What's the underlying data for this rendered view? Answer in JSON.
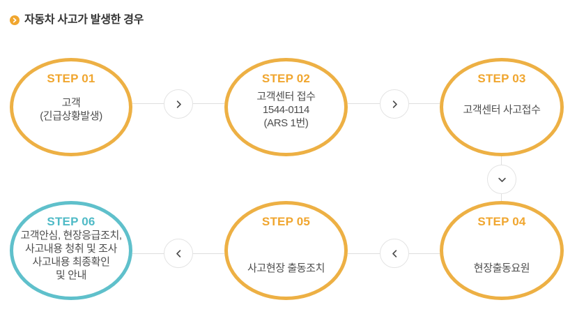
{
  "page": {
    "title": "자동차 사고가 발생한 경우",
    "title_bullet_icon": "chevron-right-circle-icon"
  },
  "colors": {
    "accent_orange": "#edb044",
    "accent_teal": "#5fc0cb",
    "label_orange": "#f0a62f",
    "label_teal": "#4fbac6",
    "body_text": "#4d4d4d",
    "title_text": "#333333",
    "connector_line": "#dedede",
    "chevron_stroke": "#4a4a4a"
  },
  "steps": [
    {
      "id": "step-01",
      "label": "STEP 01",
      "body": "고객\n(긴급상황발생)",
      "accent": "orange"
    },
    {
      "id": "step-02",
      "label": "STEP 02",
      "body": "고객센터 접수\n1544-0114\n(ARS 1번)",
      "accent": "orange"
    },
    {
      "id": "step-03",
      "label": "STEP 03",
      "body": "고객센터 사고접수",
      "accent": "orange"
    },
    {
      "id": "step-04",
      "label": "STEP 04",
      "body": "현장출동요원",
      "accent": "orange"
    },
    {
      "id": "step-05",
      "label": "STEP 05",
      "body": "사고현장 출동조치",
      "accent": "orange"
    },
    {
      "id": "step-06",
      "label": "STEP 06",
      "body": "고객안심, 현장응급조치,\n사고내용 청취 및 조사\n사고내용 최종확인\n및 안내",
      "accent": "teal"
    }
  ],
  "connectors": {
    "right_icon": "chevron-right-icon",
    "down_icon": "chevron-down-icon",
    "left_icon": "chevron-left-icon"
  }
}
